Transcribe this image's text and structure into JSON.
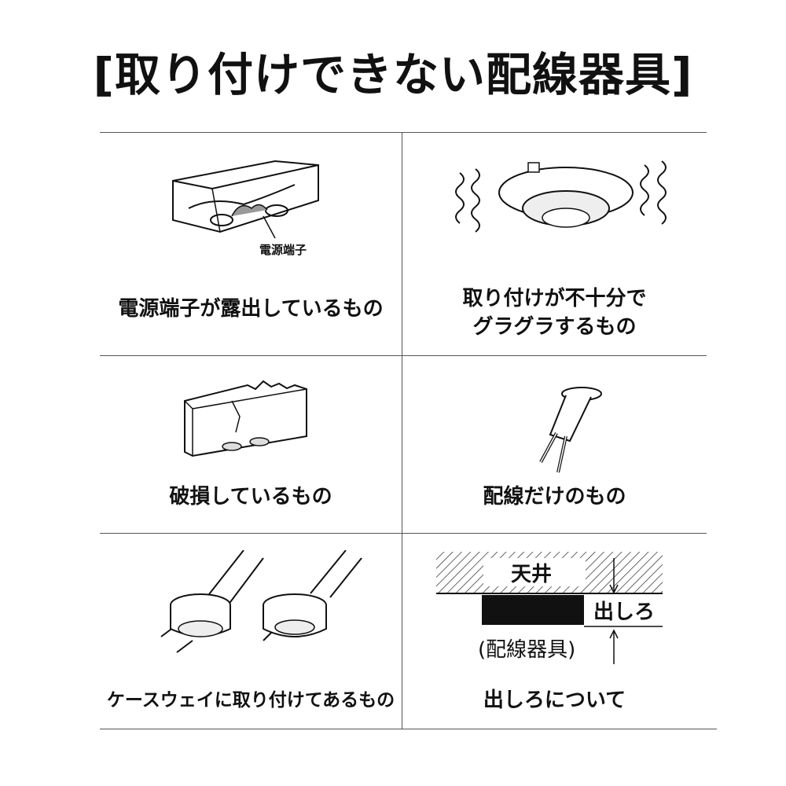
{
  "title": "[取り付けできない配線器具]",
  "cells": [
    {
      "caption": "電源端子が露出しているもの",
      "label": "電源端子"
    },
    {
      "caption_line1": "取り付けが不十分で",
      "caption_line2": "グラグラするもの"
    },
    {
      "caption": "破損しているもの"
    },
    {
      "caption": "配線だけのもの"
    },
    {
      "caption": "ケースウェイに取り付けてあるもの"
    },
    {
      "caption": "出しろについて",
      "ceiling_label": "天井",
      "margin_label": "出しろ",
      "fixture_label": "(配線器具)"
    }
  ]
}
